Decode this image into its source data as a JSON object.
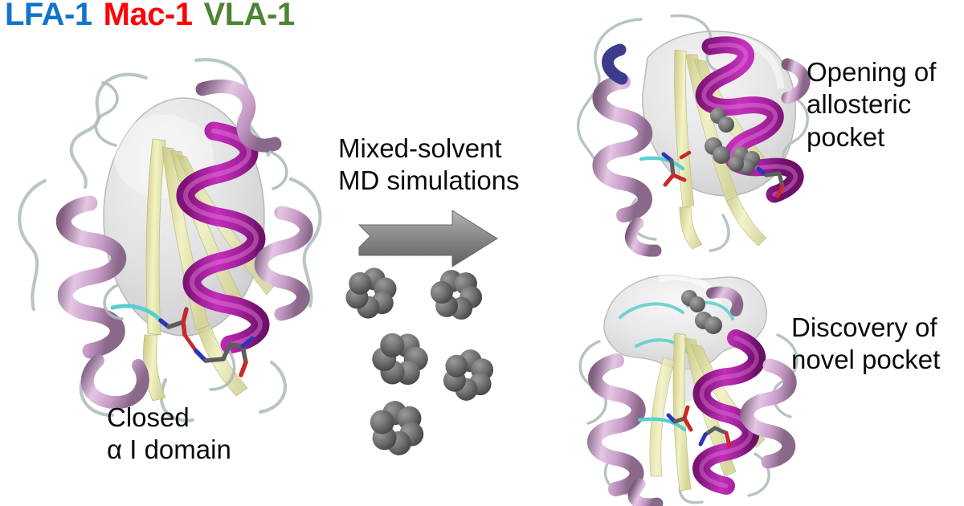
{
  "title": {
    "items": [
      {
        "label": "LFA-1",
        "color": "#1174c8"
      },
      {
        "label": "Mac-1",
        "color": "#fb0406"
      },
      {
        "label": "VLA-1",
        "color": "#4d8335"
      }
    ]
  },
  "captions": {
    "middle": "Mixed-solvent\nMD simulations",
    "closed": "Closed\nα I domain",
    "top_right": "Opening of\nallosteric\npocket",
    "bottom_right": "Discovery of\nnovel pocket"
  },
  "figure": {
    "type": "scientific-graphical-abstract",
    "subject": "Integrin alpha I domain cryptic pocket discovery by mixed-solvent molecular dynamics",
    "flow": "closed alpha I domain -> mixed-solvent MD simulations with benzene probes -> opening of allosteric pocket / discovery of novel pocket",
    "panels": [
      {
        "name": "closed-alpha-i-domain",
        "label": "Closed\nα I domain",
        "position": "left",
        "shows": "ribbon structure with translucent gray pocket surface, central magenta alpha helix, pale yellow beta sheet core, light pink peripheral helices, gray coil loops, stick side-chains at MIDAS site"
      },
      {
        "name": "open-allosteric-pocket",
        "label": "Opening of\nallosteric\npocket",
        "position": "top-right",
        "shows": "ribbon structure with enlarged translucent pocket surface on alpha-7 helix side occupied by gray benzene probe spheres"
      },
      {
        "name": "novel-pocket",
        "label": "Discovery of\nnovel pocket",
        "position": "bottom-right",
        "shows": "ribbon structure with translucent pocket surface at the top face occupied by gray benzene probe spheres"
      }
    ],
    "arrow": {
      "name": "process-arrow",
      "direction": "right",
      "style": "gray gradient block arrow"
    },
    "probes": {
      "name": "benzene-probe-molecules",
      "count": 5,
      "atoms_per_molecule": 6,
      "representation": "space-filling gray spheres forming hexagonal rings",
      "color": "#6e6e6e"
    }
  },
  "colors": {
    "helix_magenta": "#a31d9b",
    "helix_pink": "#d8b4d8",
    "sheet_yellow": "#e9e9ae",
    "coil_gray": "#b9c4c2",
    "coil_cyan": "#6fd4d4",
    "surface_gray": "#d9d9d9",
    "probe_gray": "#6e6e6e",
    "oxygen_red": "#cc2222",
    "nitrogen_blue": "#2233bb",
    "carbon_gray": "#555555",
    "background": "#ffffff"
  }
}
